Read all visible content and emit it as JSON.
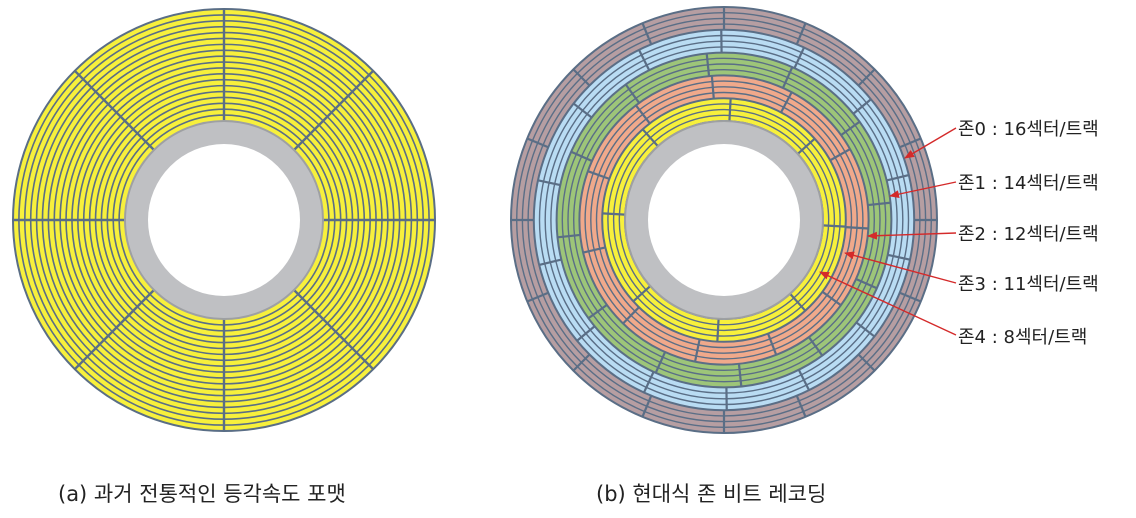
{
  "captions": {
    "a": "(a) 과거 전통적인 등각속도 포맷",
    "b": "(b) 현대식 존 비트 레코딩"
  },
  "disk_a": {
    "sectors": 8,
    "tracks": 19,
    "fill": "#f7f03c",
    "line": "#5a6e86"
  },
  "disk_b": {
    "zones": [
      {
        "label": "존0 : 16섹터/트랙",
        "sectors": 16,
        "tracks": 4,
        "fill": "#b69ea2"
      },
      {
        "label": "존1 : 14섹터/트랙",
        "sectors": 14,
        "tracks": 4,
        "fill": "#b9dcf3"
      },
      {
        "label": "존2 : 12섹터/트랙",
        "sectors": 12,
        "tracks": 4,
        "fill": "#9dc579"
      },
      {
        "label": "존3 : 11섹터/트랙",
        "sectors": 11,
        "tracks": 4,
        "fill": "#f0a98b"
      },
      {
        "label": "존4 : 8섹터/트랙",
        "sectors": 8,
        "tracks": 4,
        "fill": "#f7f03c"
      }
    ],
    "line": "#5a6e86",
    "arrow": "#d42a2a"
  },
  "hub": {
    "ring": "#bfc0c3",
    "rim": "#9ea0a3"
  }
}
